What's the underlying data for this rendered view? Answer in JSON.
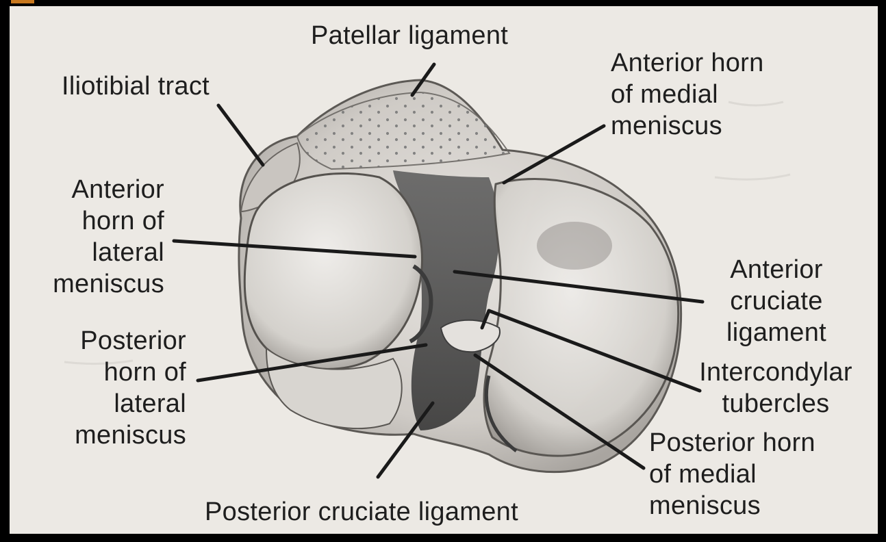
{
  "figure": {
    "labels": {
      "patellar_ligament": [
        "Patellar ligament"
      ],
      "iliotibial_tract": [
        "Iliotibial tract"
      ],
      "anterior_horn_medial_meniscus": [
        "Anterior horn",
        "of medial",
        "meniscus"
      ],
      "anterior_horn_lateral_meniscus": [
        "Anterior",
        "horn of",
        "lateral",
        "meniscus"
      ],
      "anterior_cruciate_ligament": [
        "Anterior",
        "cruciate",
        "ligament"
      ],
      "intercondylar_tubercles": [
        "Intercondylar",
        "tubercles"
      ],
      "posterior_horn_lateral_meniscus": [
        "Posterior",
        "horn of",
        "lateral",
        "meniscus"
      ],
      "posterior_horn_medial_meniscus": [
        "Posterior horn",
        "of medial",
        "meniscus"
      ],
      "posterior_cruciate_ligament": [
        "Posterior cruciate ligament"
      ]
    },
    "colors": {
      "frame_border": "#000000",
      "accent": "#c8781e",
      "page": "#ece9e4",
      "bone": "#d9d6d2",
      "shadow": "#4a4a4a",
      "leader": "#1a1a1a"
    }
  }
}
